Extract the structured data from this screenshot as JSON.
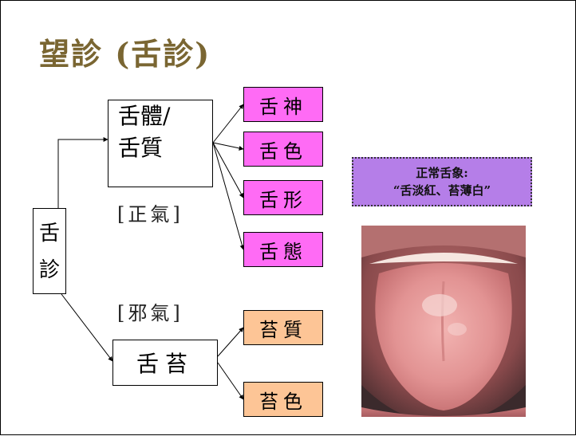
{
  "title": "望診 (舌診)",
  "root": {
    "line1": "舌",
    "line2": "診"
  },
  "body_box": {
    "line1": "舌體/",
    "line2": "舌質"
  },
  "coat_box": {
    "label": "舌苔"
  },
  "qi_labels": {
    "upright": "[正氣]",
    "pathogenic": "[邪氣]"
  },
  "body_children": [
    "舌神",
    "舌色",
    "舌形",
    "舌態"
  ],
  "coat_children": [
    "苔質",
    "苔色"
  ],
  "callout": {
    "line1": "正常舌象:",
    "line2": "“舌淡紅、苔薄白”"
  },
  "colors": {
    "title": "#7a6632",
    "pink": "#ff6bf5",
    "orange": "#fdc596",
    "callout": "#b57ee8"
  },
  "photo": {
    "subject": "tongue photo"
  }
}
